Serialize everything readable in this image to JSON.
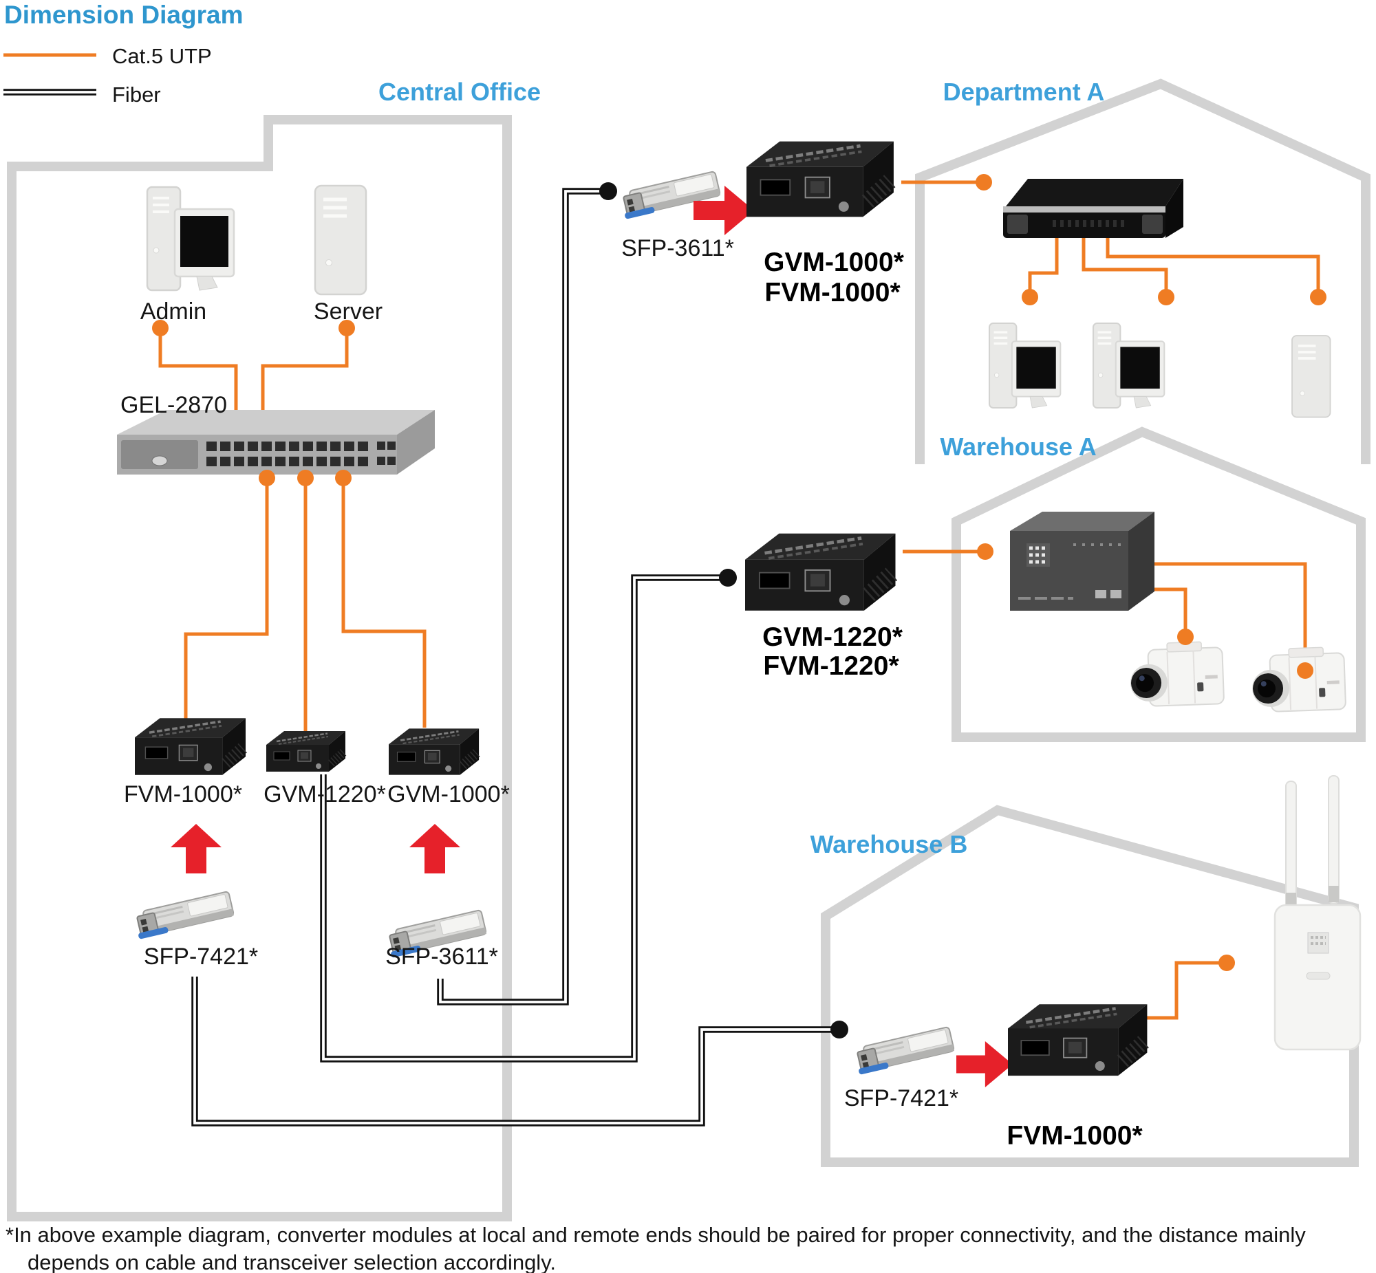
{
  "title": "Dimension Diagram",
  "colors": {
    "title_blue": "#2E96CE",
    "heading_blue": "#3DA0DA",
    "orange": "#EF7C23",
    "red": "#E6212A",
    "outline_gray": "#D2D2D2"
  },
  "legend": {
    "cat5_label": "Cat.5 UTP",
    "fiber_label": "Fiber"
  },
  "sections": {
    "central_office": {
      "label": "Central Office",
      "admin_label": "Admin",
      "server_label": "Server",
      "switch_label": "GEL-2870",
      "converter1_label": "FVM-1000*",
      "converter2_label": "GVM-1220*",
      "converter3_label": "GVM-1000*",
      "sfp1_label": "SFP-7421*",
      "sfp2_label": "SFP-3611*"
    },
    "uplink_top": {
      "sfp_label": "SFP-3611*",
      "converter_label_line1": "GVM-1000*",
      "converter_label_line2": "FVM-1000*"
    },
    "department_a": {
      "label": "Department A"
    },
    "warehouse_a": {
      "label": "Warehouse A",
      "converter_label_line1": "GVM-1220*",
      "converter_label_line2": "FVM-1220*"
    },
    "warehouse_b": {
      "label": "Warehouse B",
      "sfp_label": "SFP-7421*",
      "converter_label": "FVM-1000*"
    }
  },
  "footnote": {
    "line1": "*In above example diagram, converter modules at local and remote ends should be paired for proper connectivity, and the distance mainly",
    "line2": "depends on cable and transceiver selection accordingly."
  }
}
